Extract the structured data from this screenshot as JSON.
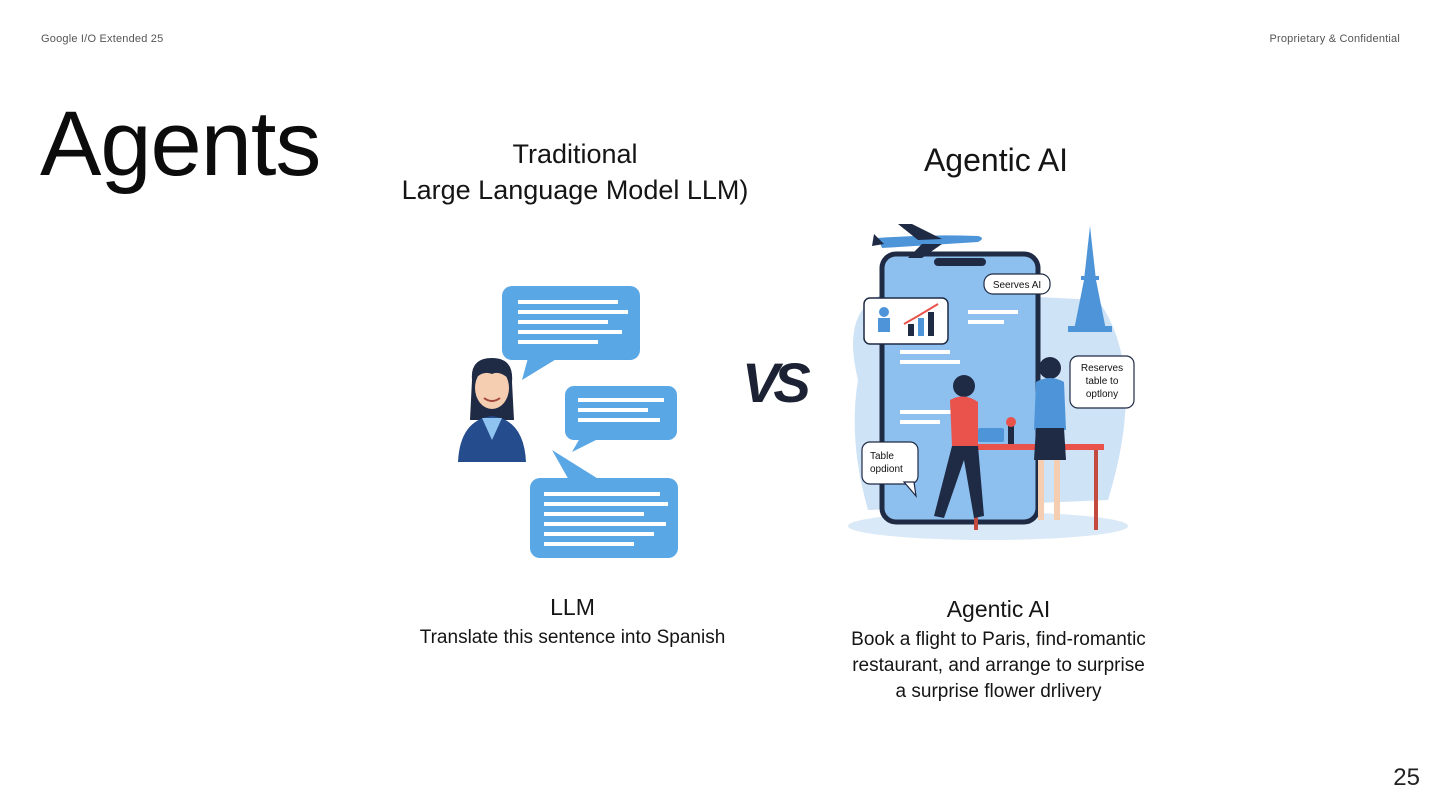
{
  "header": {
    "event": "Google I/O Extended 25",
    "confidential": "Proprietary & Confidential"
  },
  "slide": {
    "title": "Agents",
    "page_number": "25"
  },
  "left": {
    "title_line1": "Traditional",
    "title_line2": "Large Language Model LLM)",
    "caption_head": "LLM",
    "caption_body": "Translate this sentence into Spanish"
  },
  "vs_label": "VS",
  "right": {
    "title": "Agentic AI",
    "bubble_top": "Seerves AI",
    "bubble_right_l1": "Reserves",
    "bubble_right_l2": "table to",
    "bubble_right_l3": "optlony",
    "bubble_left_l1": "Table",
    "bubble_left_l2": "opdiont",
    "caption_head": "Agentic AI",
    "caption_body_l1": "Book a flight to Paris, find-romantic",
    "caption_body_l2": "restaurant, and arrange to surprise",
    "caption_body_l3": "a surprise flower drlivery"
  },
  "colors": {
    "bubble_blue": "#5aa7e6",
    "dark_navy": "#1f2a44",
    "accent_red": "#e9534b"
  }
}
